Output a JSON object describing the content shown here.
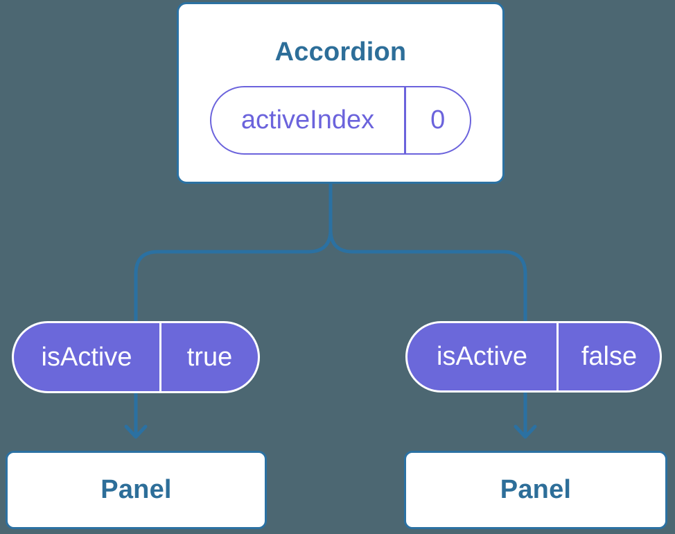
{
  "colors": {
    "bg": "#4c6772",
    "line": "#2b71a2",
    "text": "#2d6e99",
    "purple": "#6b63dc",
    "purple_fill": "#6b68da",
    "card_bg": "#ffffff"
  },
  "tree": {
    "root": {
      "title": "Accordion",
      "state_pill": {
        "name": "activeIndex",
        "value": "0"
      }
    },
    "props": [
      {
        "name": "isActive",
        "value": "true"
      },
      {
        "name": "isActive",
        "value": "false"
      }
    ],
    "children": [
      {
        "title": "Panel"
      },
      {
        "title": "Panel"
      }
    ]
  }
}
